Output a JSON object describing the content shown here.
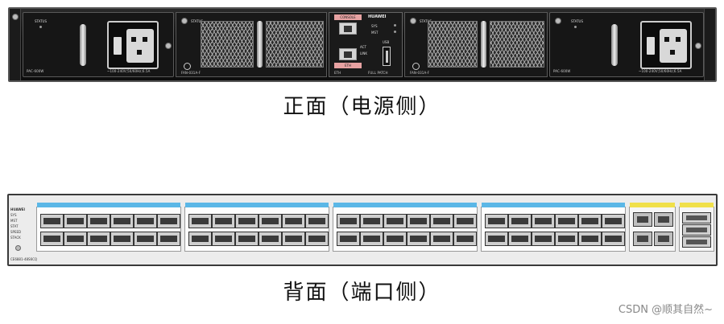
{
  "front_panel": {
    "psu_left": {
      "status_label": "STATUS",
      "model_label": "PAC-600W",
      "rating_label": "~100-240V;50/60Hz;6.5A"
    },
    "fan_left": {
      "status_label": "STATUS",
      "model_label": "FAN-031A-F"
    },
    "mgmt": {
      "console_label": "CONSOLE",
      "brand": "HUAWEI",
      "led_labels": [
        "SYS",
        "MST"
      ],
      "act_label": "ACT",
      "eth_label": "ETH",
      "link_label": "LINK",
      "usb_label": "USB",
      "bottom_label": "ETH",
      "full_label": "FULL PATCH"
    },
    "fan_right": {
      "status_label": "STATUS",
      "model_label": "FAN-031A-F"
    },
    "psu_right": {
      "status_label": "STATUS",
      "model_label": "PAC-600W",
      "rating_label": "~100-240V;50/60Hz;6.5A"
    }
  },
  "front_caption": "正面（电源侧）",
  "back_panel": {
    "brand": "HUAWEI",
    "indicators": [
      "SYS",
      "MST",
      "STAT",
      "SPEED",
      "STACK"
    ],
    "model_label": "CE6881-48S6CQ",
    "colors": {
      "sfp_bar": "#5bb7e6",
      "uplink_bar": "#f0e04a"
    }
  },
  "back_caption": "背面（端口侧）",
  "watermark": "CSDN @顺其自然~"
}
